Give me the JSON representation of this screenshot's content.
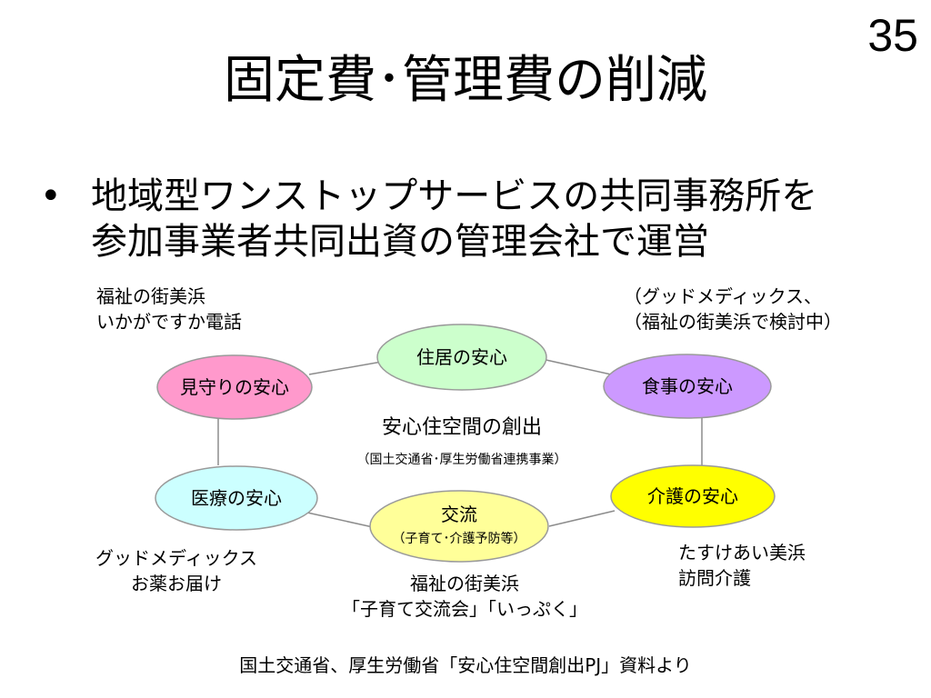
{
  "slide": {
    "page_number": "35",
    "title": "固定費･管理費の削減",
    "bullet": {
      "line1": "地域型ワンストップサービスの共同事務所を",
      "line2": "参加事業者共同出資の管理会社で運営"
    },
    "annotations": {
      "top_left": [
        "福祉の街美浜",
        "いかがですか電話"
      ],
      "top_right": [
        "（グッドメディックス、",
        "（福祉の街美浜で検討中）"
      ],
      "bottom_left": [
        "グッドメディックス",
        "お薬お届け"
      ],
      "bottom_center": [
        "福祉の街美浜",
        "「子育て交流会」「いっぷく」"
      ],
      "bottom_right": [
        "たすけあい美浜",
        "訪問介護"
      ]
    },
    "diagram": {
      "center_title": "安心住空間の創出",
      "center_subtitle": "（国土交通省･厚生労働省連携事業）",
      "nodes": {
        "housing": {
          "label": "住居の安心",
          "color": "#ccffcc"
        },
        "watch": {
          "label": "見守りの安心",
          "color": "#ff99cc"
        },
        "meal": {
          "label": "食事の安心",
          "color": "#cc99ff"
        },
        "medical": {
          "label": "医療の安心",
          "color": "#ccffff"
        },
        "care": {
          "label": "介護の安心",
          "color": "#ffff00"
        },
        "exchange": {
          "label": "交流",
          "sublabel": "（子育て･介護予防等）",
          "color": "#ffff99"
        }
      }
    },
    "source": "国土交通省、厚生労働省「安心住空間創出PJ」資料より"
  }
}
